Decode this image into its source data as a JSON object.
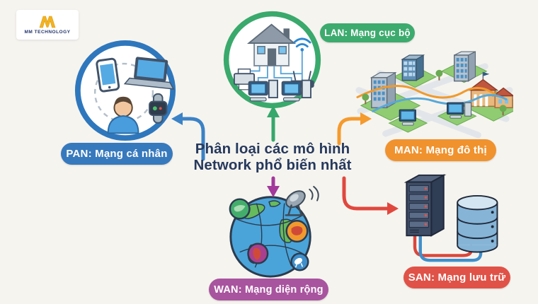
{
  "canvas": {
    "bg": "#f6f4ef"
  },
  "logo": {
    "company": "MM TECHNOLOGY",
    "mark": "M",
    "mark_color": "#f2b31f",
    "text_color": "#23356b"
  },
  "title": {
    "line1": "Phân loại các mô hình",
    "line2": "Network phổ biến nhất",
    "color": "#26395d"
  },
  "nodes": {
    "pan": {
      "abbr": "PAN",
      "label": "PAN: Mạng cá nhân",
      "color": "#3779bd",
      "arrow_color": "#3b82c6",
      "ring_color": "#2e77bd"
    },
    "lan": {
      "abbr": "LAN",
      "label": "LAN: Mạng cục bộ",
      "color": "#3dab6e",
      "arrow_color": "#35a86b",
      "ring_color": "#3aa96c"
    },
    "man": {
      "abbr": "MAN",
      "label": "MAN: Mạng đô thị",
      "color": "#f0922e",
      "arrow_color": "#f59a2d"
    },
    "wan": {
      "abbr": "WAN",
      "label": "WAN: Mạng diện rộng",
      "color": "#a8549e",
      "arrow_color": "#a2399b"
    },
    "san": {
      "abbr": "SAN",
      "label": "SAN: Mạng lưu trữ",
      "color": "#e05247",
      "arrow_color": "#e0483e"
    }
  }
}
